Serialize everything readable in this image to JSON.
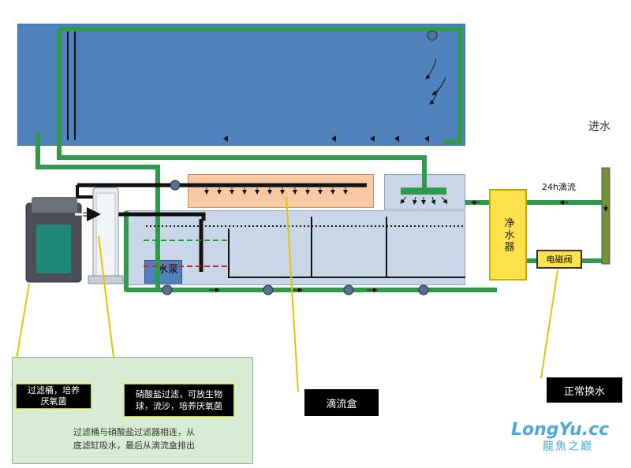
{
  "labels": {
    "pump": "水泵",
    "purifier": "净水器",
    "solenoid_valve": "电磁阀",
    "water_inlet": "进水",
    "drip_24h": "24h滴流",
    "drip_box": "滴流盒",
    "normal_water_change": "正常换水"
  },
  "notes": {
    "filter_bucket": "过滤桶，培养\n厌氧菌",
    "nitrate_filter": "硝酸盐过滤，可放生物\n球，流沙，培养厌氧菌",
    "summary": "过滤桶与硝酸盐过滤器相连，从\n底滤缸吸水，最后从滴流盒排出"
  },
  "watermark": {
    "brand": "LongYu.cc",
    "sub": "龍魚之巅"
  },
  "colors": {
    "tank": "#4f81bd",
    "pipe_green": "#2e9a4a",
    "sump": "#c9d6e8",
    "drip_box": "#f9c8a4",
    "purifier": "#ffe14c",
    "note_bg": "#d8ecd4",
    "leader_line": "#e0c500"
  }
}
